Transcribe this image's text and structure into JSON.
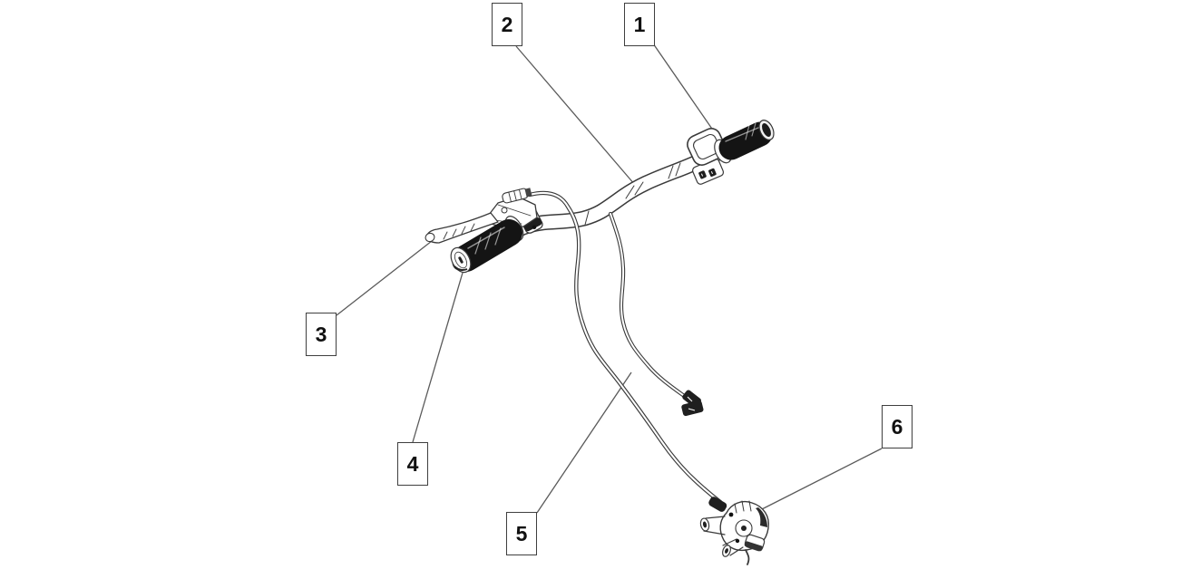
{
  "style": {
    "line_color": "#3a3a3a",
    "leader_line_color": "#5a5a5a",
    "callout_border_color": "#3f3f3f",
    "callout_text_color": "#111111",
    "grip_fill": "#141414",
    "bg": "#ffffff"
  },
  "callouts": [
    {
      "number": "1"
    },
    {
      "number": "2"
    },
    {
      "number": "3"
    },
    {
      "number": "4"
    },
    {
      "number": "5"
    },
    {
      "number": "6"
    }
  ]
}
